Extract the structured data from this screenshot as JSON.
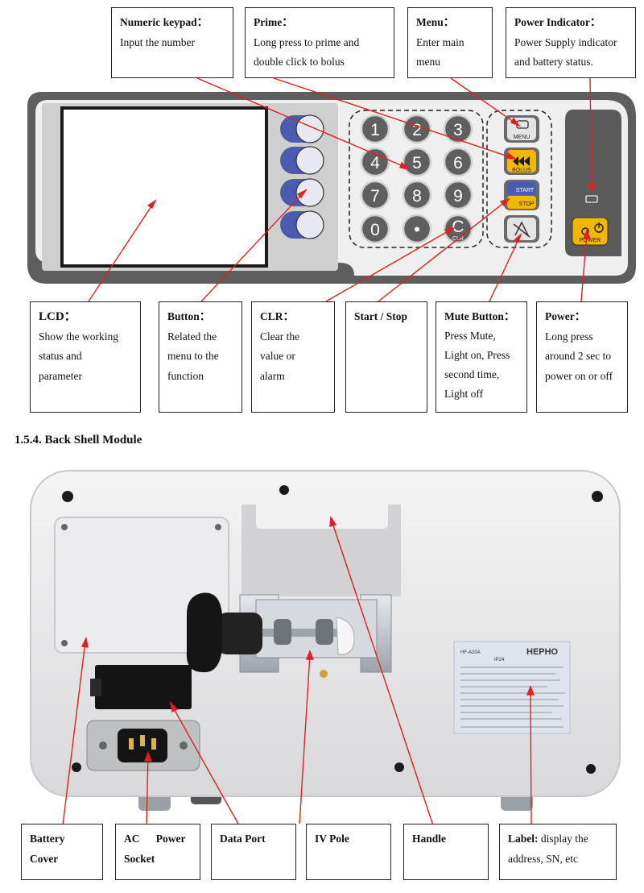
{
  "top_callouts": [
    {
      "id": "numeric-keypad",
      "title": "Numeric keypad：",
      "lines": [
        "Input the number"
      ]
    },
    {
      "id": "prime",
      "title": "Prime：",
      "lines": [
        "Long press to prime and",
        "double click to bolus"
      ]
    },
    {
      "id": "menu",
      "title": "Menu：",
      "lines": [
        "Enter main",
        "menu"
      ]
    },
    {
      "id": "power-indicator",
      "title": "Power Indicator：",
      "lines": [
        "Power Supply indicator",
        "and battery status."
      ]
    }
  ],
  "middle_callouts": [
    {
      "id": "lcd",
      "title": "LCD：",
      "lines": [
        "Show the working",
        "status and",
        "parameter"
      ]
    },
    {
      "id": "button",
      "title": "Button：",
      "lines": [
        "Related the",
        "menu to the",
        "function"
      ]
    },
    {
      "id": "clr",
      "title": "CLR：",
      "lines": [
        "Clear the",
        "value or",
        "alarm"
      ]
    },
    {
      "id": "start-stop",
      "title": "Start / Stop",
      "lines": []
    },
    {
      "id": "mute-button",
      "title": "Mute Button：",
      "lines": [
        "Press Mute,",
        "Light on, Press",
        "second time,",
        "Light off"
      ]
    },
    {
      "id": "power",
      "title": "Power：",
      "lines": [
        "Long press",
        "around 2 sec to",
        "power on or off"
      ]
    }
  ],
  "section_heading": "1.5.4. Back Shell Module",
  "keypad": {
    "digits": [
      "1",
      "2",
      "3",
      "4",
      "5",
      "6",
      "7",
      "8",
      "9",
      "0",
      "•",
      "C"
    ],
    "clr_label": "CLR",
    "menu_label": "MENU",
    "bolus_label": "BOLUS",
    "start_label": "START",
    "stop_label": "STOP",
    "power_label": "POWER"
  },
  "device_label": {
    "brand": "HEPHO",
    "model": "HF-A20A",
    "lines": [
      "IP24"
    ]
  },
  "bottom_callouts": [
    {
      "id": "battery-cover",
      "title": "Battery",
      "title2": "Cover",
      "desc": ""
    },
    {
      "id": "ac-power-socket",
      "title": "AC      Power",
      "title2": "Socket",
      "desc": ""
    },
    {
      "id": "data-port",
      "title": "Data Port",
      "title2": "",
      "desc": ""
    },
    {
      "id": "iv-pole",
      "title": "IV Pole",
      "title2": "",
      "desc": ""
    },
    {
      "id": "handle",
      "title": "Handle",
      "title2": "",
      "desc": ""
    },
    {
      "id": "label",
      "title": "Label:",
      "title2": "",
      "desc": "display the address, SN, etc"
    }
  ],
  "colors": {
    "arrow": "#e02020",
    "panel_outer": "#5a5a5a",
    "panel_inner": "#eeeeee",
    "lcd_frame": "#cfcfcf",
    "softkey": "#4a5bb0",
    "bolus": "#f2b800",
    "shell": "#e9e9ea"
  }
}
